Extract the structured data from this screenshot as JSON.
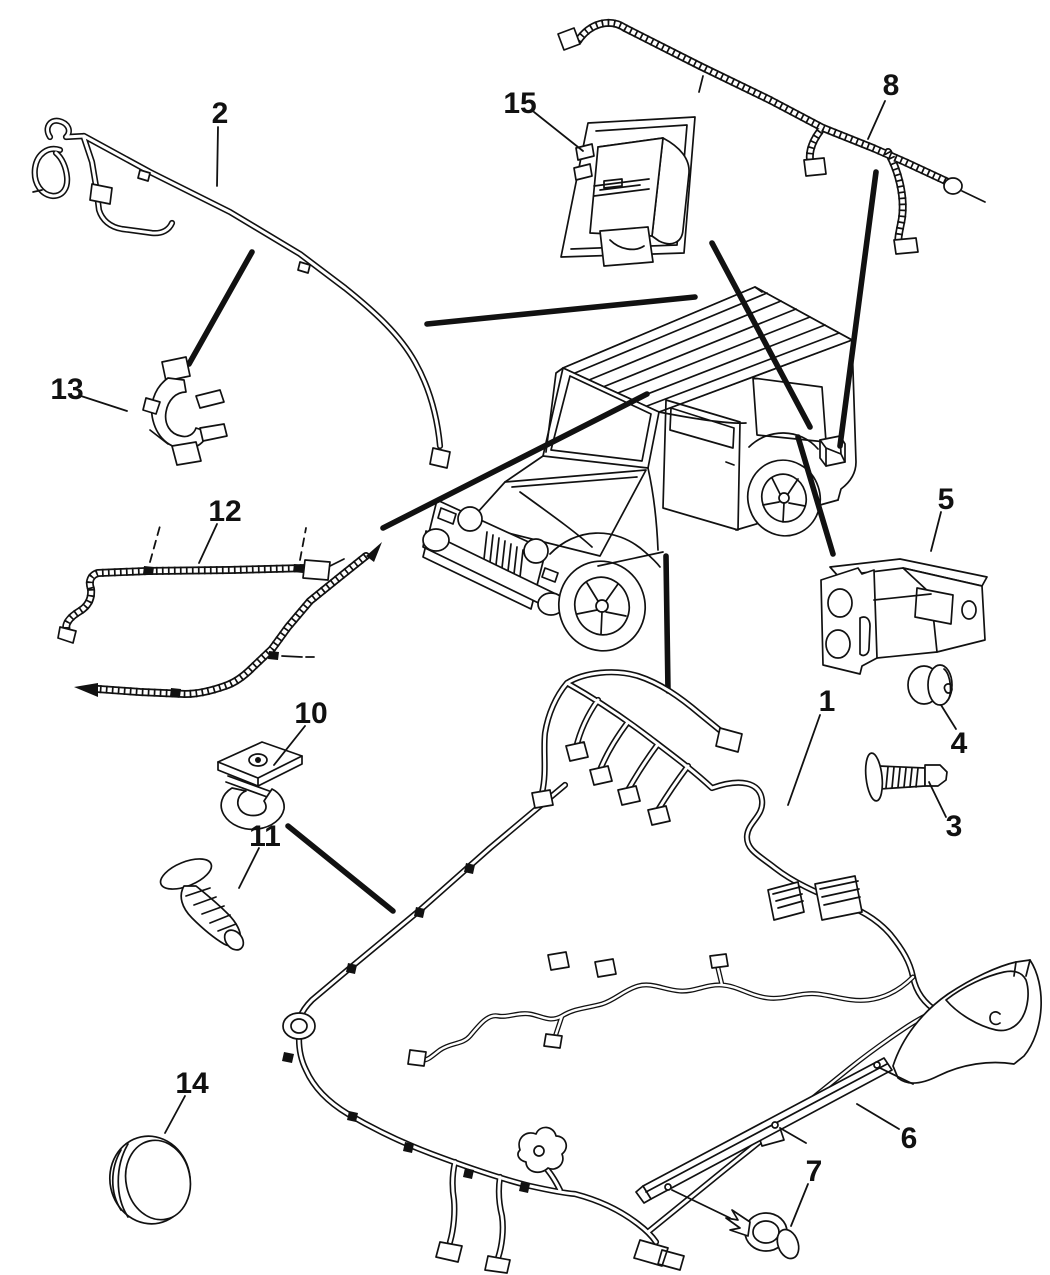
{
  "figure": {
    "kind": "exploded-parts-diagram",
    "subject": "SUV body wiring harness and attaching clips, line-art parts illustration",
    "background_color": "#ffffff",
    "line_color": "#111111",
    "callouts": [
      {
        "label": "1"
      },
      {
        "label": "2"
      },
      {
        "label": "3"
      },
      {
        "label": "4"
      },
      {
        "label": "5"
      },
      {
        "label": "6"
      },
      {
        "label": "7"
      },
      {
        "label": "8"
      },
      {
        "label": "10"
      },
      {
        "label": "11"
      },
      {
        "label": "12"
      },
      {
        "label": "13"
      },
      {
        "label": "14"
      },
      {
        "label": "15"
      }
    ]
  }
}
